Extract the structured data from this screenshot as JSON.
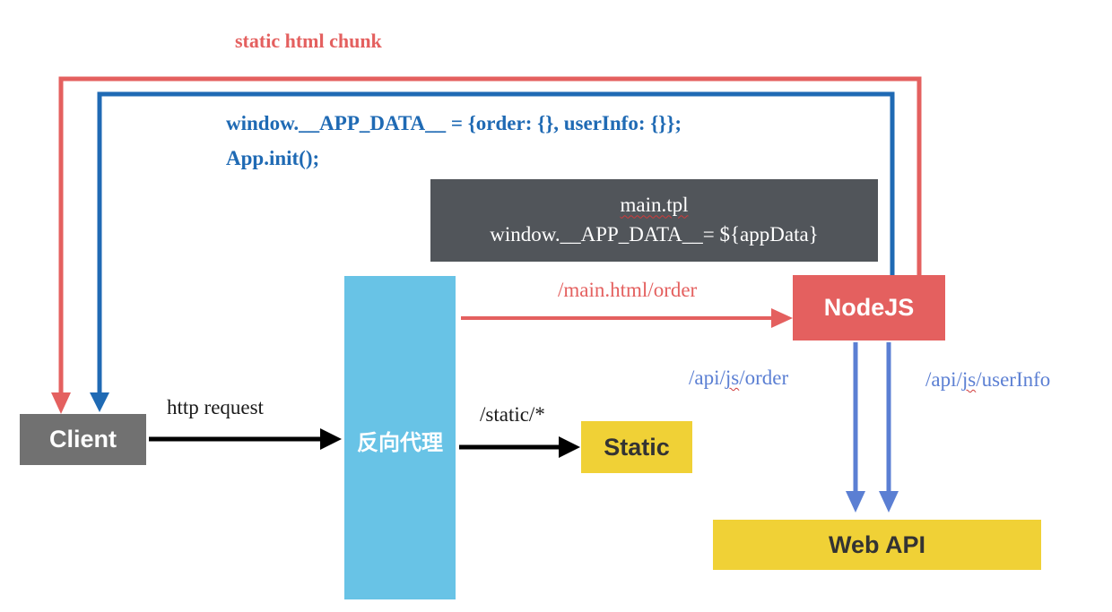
{
  "colors": {
    "red": "#e4605f",
    "blue": "#1f6ab4",
    "api_blue": "#5b7fd3",
    "gray": "#717171",
    "cyan": "#68c3e6",
    "yellow": "#f0d136",
    "dark": "#51555a",
    "black": "#000000"
  },
  "nodes": {
    "client": "Client",
    "proxy": "反向代理",
    "static": "Static",
    "nodejs": "NodeJS",
    "webapi": "Web API"
  },
  "template_box": {
    "line1": "main.tpl",
    "line2": "window.__APP_DATA__= ${appData}"
  },
  "edge_labels": {
    "static_html_chunk": "static html chunk",
    "app_data_line1": "window.__APP_DATA__ = {order: {}, userInfo: {}};",
    "app_data_line2": "App.init();",
    "main_html_order": "/main.html/order",
    "http_request": "http request",
    "static_path": "/static/*",
    "api_order": {
      "prefix": "/api/",
      "mid": "js",
      "suffix": "/order"
    },
    "api_userinfo": {
      "prefix": "/api/",
      "mid": "js",
      "suffix": "/userInfo"
    }
  }
}
